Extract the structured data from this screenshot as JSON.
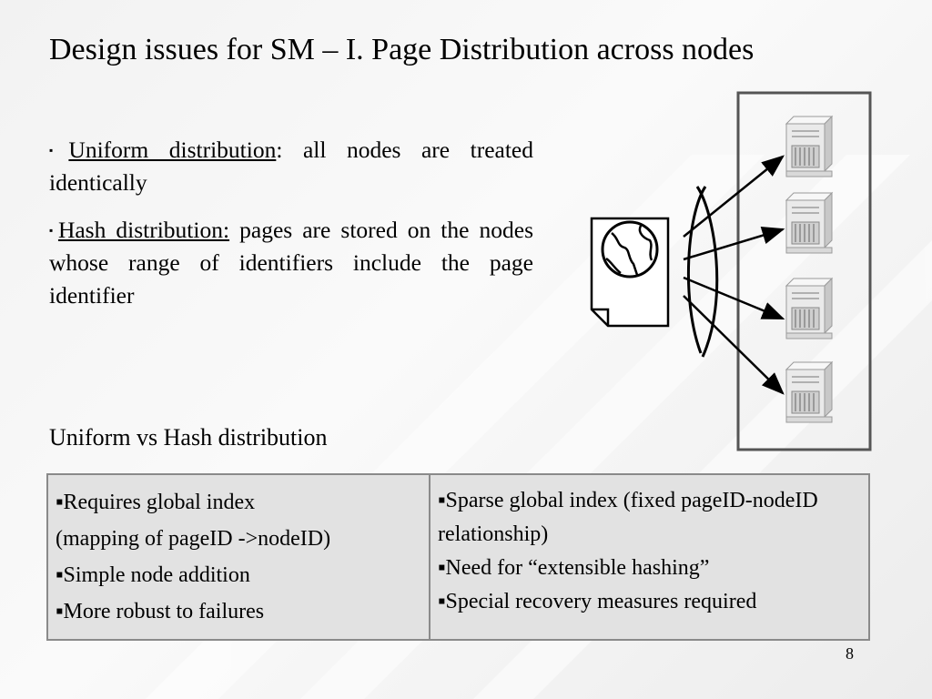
{
  "slide": {
    "title": "Design issues for SM – I. Page Distribution across nodes",
    "bullets": [
      {
        "marker": "▪",
        "term": "Uniform distribution",
        "text": ": all nodes are treated identically"
      },
      {
        "marker": "▪",
        "term": "Hash distribution:",
        "text": " pages are stored on the nodes whose range of identifiers include the page identifier"
      }
    ],
    "subheading": "Uniform vs Hash distribution",
    "page_number": "8"
  },
  "comparison_table": {
    "uniform_column": [
      "▪Requires global index",
      "(mapping of pageID ->nodeID)",
      "▪Simple node addition",
      "▪More robust to failures"
    ],
    "hash_column": [
      "▪Sparse global index (fixed pageID-nodeID relationship)",
      "▪Need for “extensible hashing”",
      "▪Special recovery measures required"
    ]
  },
  "diagram": {
    "source_icon": "web-page-globe-icon",
    "target_icon": "server-tower-icon",
    "server_count": 4
  }
}
